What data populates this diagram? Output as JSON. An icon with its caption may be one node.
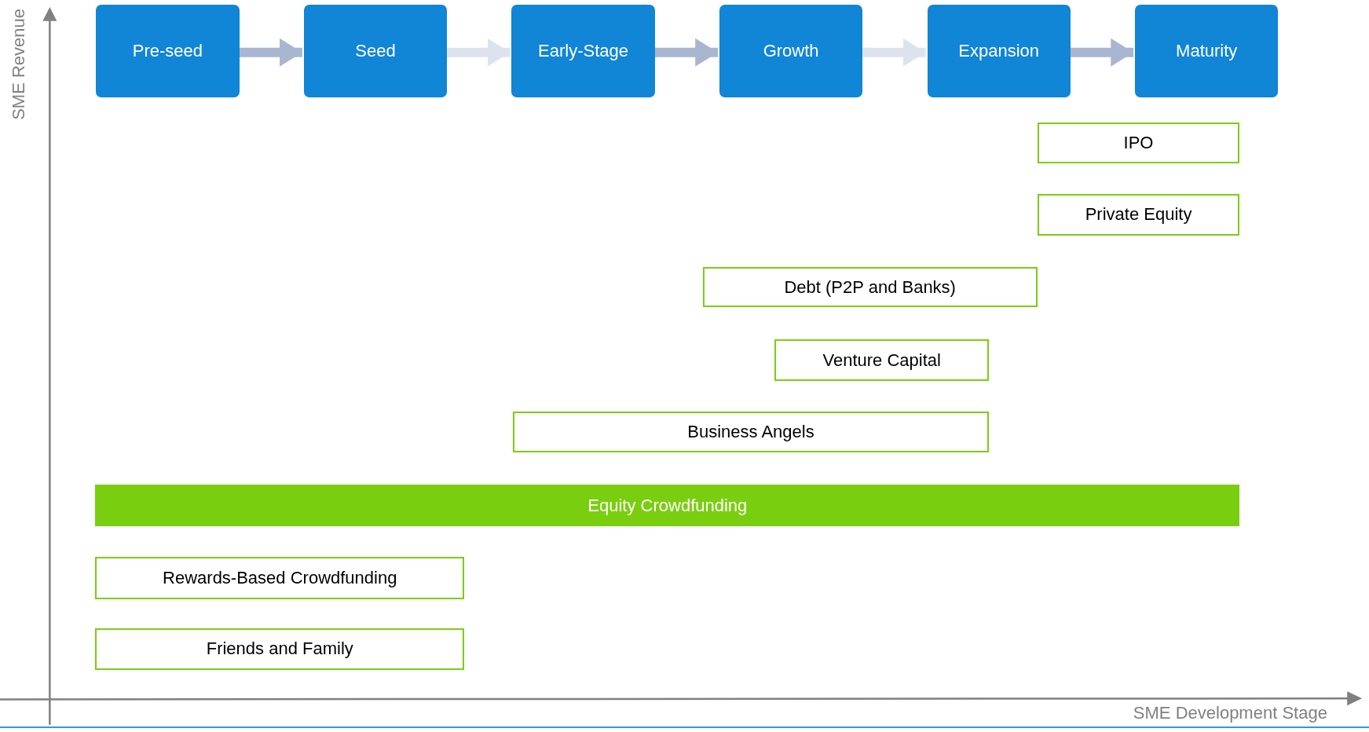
{
  "diagram": {
    "nodes": [
      {
        "text": [
          "Pre-seed"
        ]
      },
      {
        "text": [
          "Seed"
        ]
      },
      {
        "text": [
          "Early-Stage"
        ]
      },
      {
        "text": [
          "Growth"
        ]
      },
      {
        "text": [
          "Expansion"
        ]
      },
      {
        "text": [
          "Maturity"
        ]
      },
      {
        "text": [
          "IPO"
        ]
      },
      {
        "text": [
          "Private Equity"
        ]
      },
      {
        "text": [
          "Debt (P2P and Banks)"
        ]
      },
      {
        "text": [
          "Venture Capital"
        ]
      },
      {
        "text": [
          "Business Angels"
        ]
      },
      {
        "text": [
          "Equity Crowdfunding"
        ]
      },
      {
        "text": [
          "Rewards-Based Crowdfunding"
        ]
      },
      {
        "text": [
          "Friends and Family"
        ]
      }
    ],
    "edges": [
      {
        "from": 0,
        "to": 1,
        "arrow": "to"
      },
      {
        "from": 1,
        "to": 2,
        "arrow": "to",
        "color": "#dde3ee"
      },
      {
        "from": 2,
        "to": 3,
        "arrow": "to"
      },
      {
        "from": 3,
        "to": 4,
        "arrow": "to",
        "color": "#dde3ee"
      },
      {
        "from": 4,
        "to": 5,
        "arrow": "to"
      }
    ],
    "labels": [
      "SME Revenue",
      "SME Development Stage"
    ]
  }
}
